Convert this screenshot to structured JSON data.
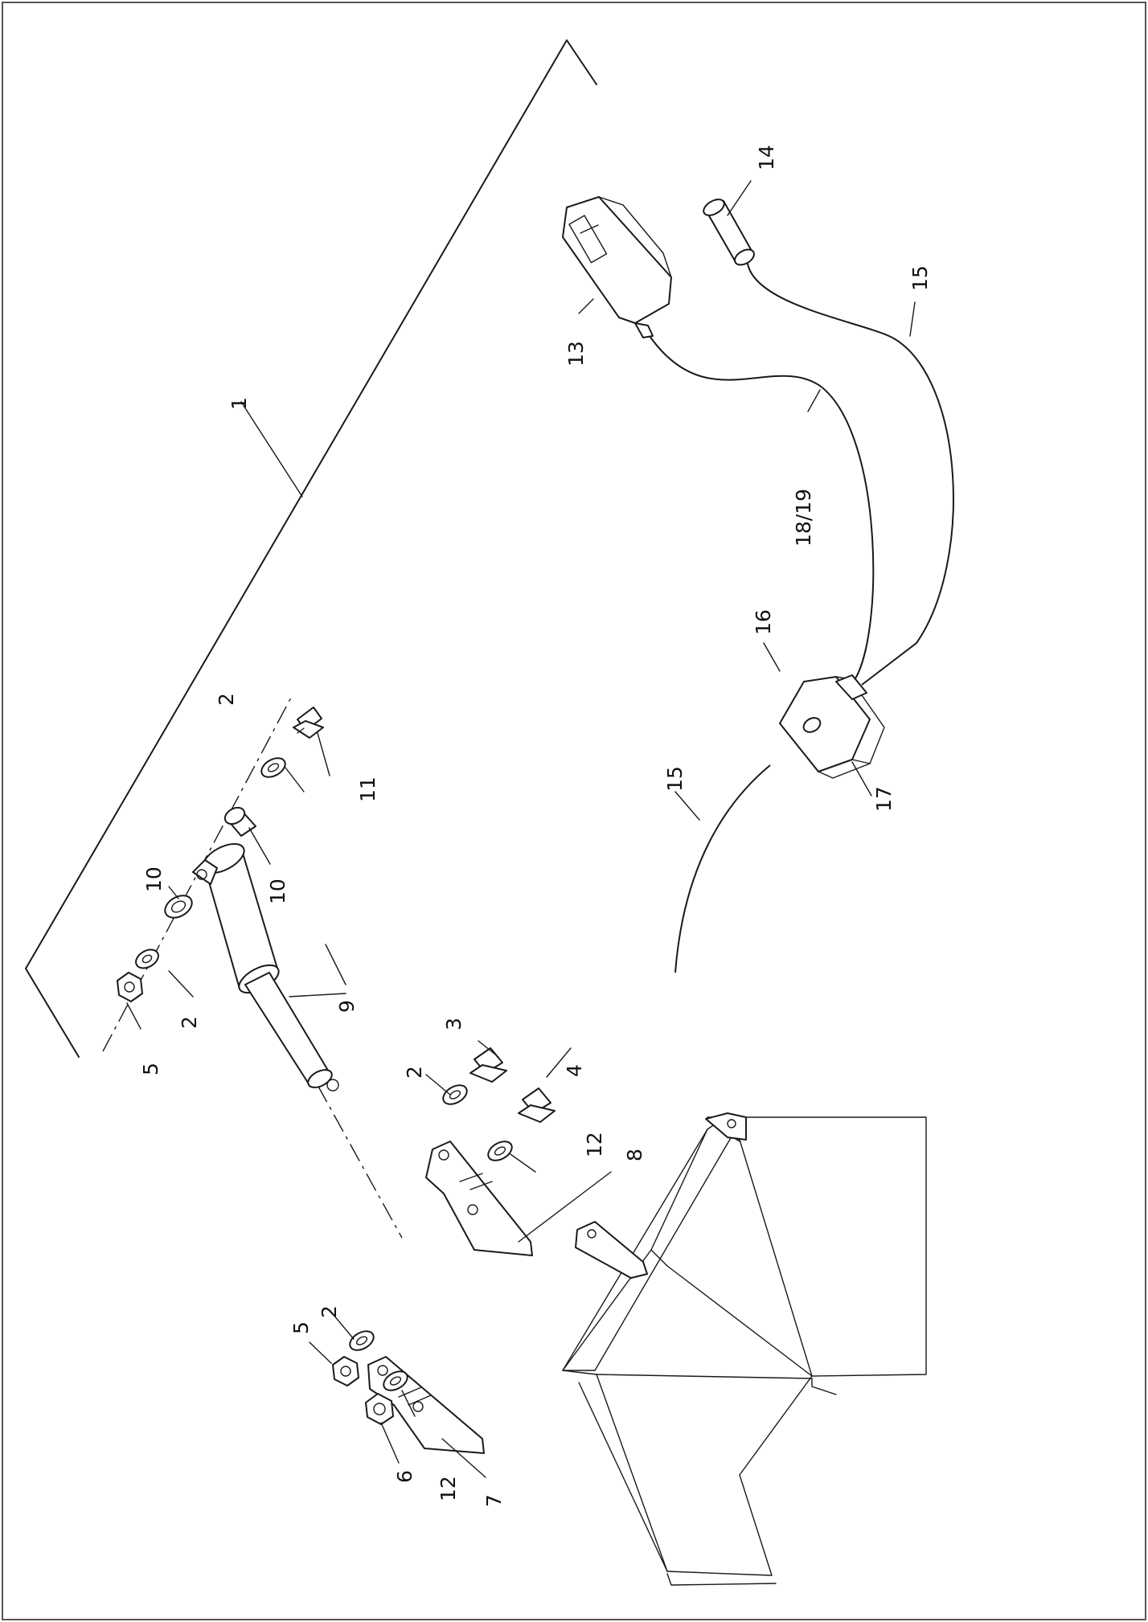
{
  "diagram": {
    "rotation_deg": -90,
    "callouts": [
      {
        "id": "c1",
        "label": "1"
      },
      {
        "id": "c2a",
        "label": "2"
      },
      {
        "id": "c2b",
        "label": "2"
      },
      {
        "id": "c2c",
        "label": "2"
      },
      {
        "id": "c2d",
        "label": "2"
      },
      {
        "id": "c3",
        "label": "3"
      },
      {
        "id": "c4",
        "label": "4"
      },
      {
        "id": "c5a",
        "label": "5"
      },
      {
        "id": "c5b",
        "label": "5"
      },
      {
        "id": "c6",
        "label": "6"
      },
      {
        "id": "c7",
        "label": "7"
      },
      {
        "id": "c8",
        "label": "8"
      },
      {
        "id": "c9",
        "label": "9"
      },
      {
        "id": "c10a",
        "label": "10"
      },
      {
        "id": "c10b",
        "label": "10"
      },
      {
        "id": "c11",
        "label": "11"
      },
      {
        "id": "c12a",
        "label": "12"
      },
      {
        "id": "c12b",
        "label": "12"
      },
      {
        "id": "c13",
        "label": "13"
      },
      {
        "id": "c14",
        "label": "14"
      },
      {
        "id": "c15a",
        "label": "15"
      },
      {
        "id": "c15b",
        "label": "15"
      },
      {
        "id": "c16",
        "label": "16"
      },
      {
        "id": "c17",
        "label": "17"
      },
      {
        "id": "c18",
        "label": "18/19"
      }
    ]
  }
}
